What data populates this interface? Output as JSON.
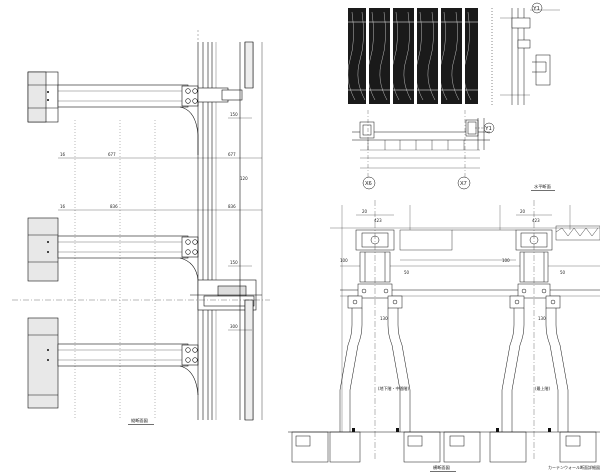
{
  "drawing": {
    "left_elevation": {
      "title": "縦断面図",
      "dim_labels": [
        "16",
        "16",
        "677",
        "677",
        "836",
        "836",
        "150",
        "150",
        "300",
        "120"
      ]
    },
    "plan_section": {
      "title": "水平断面",
      "grid_labels": [
        "Y1",
        "Y1",
        "X6",
        "X7"
      ]
    },
    "bottom_section": {
      "title": "横断面図",
      "caption_right": "カーテンウォール断面詳細図",
      "note_left": "(地下階・中間階)",
      "note_right": "(最上階)",
      "dim_labels": [
        "20",
        "423",
        "20",
        "423",
        "100",
        "100",
        "50",
        "50",
        "130",
        "130"
      ]
    }
  }
}
